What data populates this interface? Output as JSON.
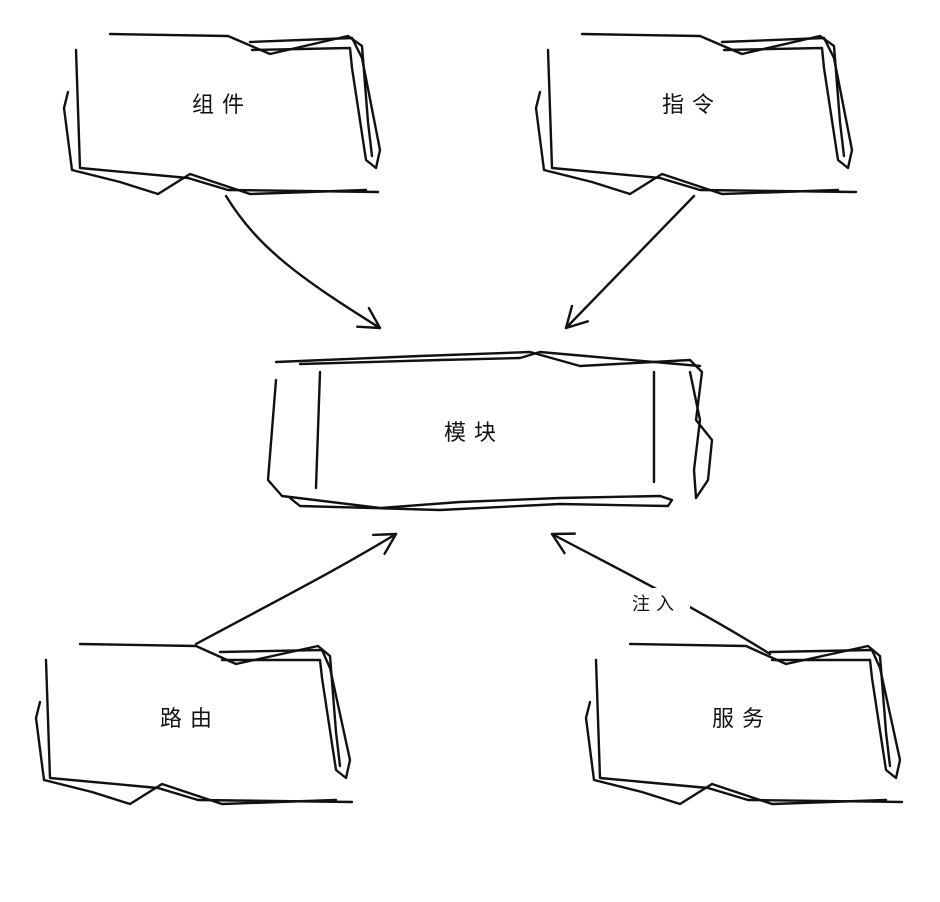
{
  "nodes": {
    "center": {
      "label": "模块"
    },
    "component": {
      "label": "组件"
    },
    "directive": {
      "label": "指令"
    },
    "router": {
      "label": "路由"
    },
    "service": {
      "label": "服务"
    }
  },
  "edges": {
    "service_to_center": {
      "label": "注入"
    }
  },
  "colors": {
    "stroke": "#111111",
    "background": "#ffffff"
  }
}
